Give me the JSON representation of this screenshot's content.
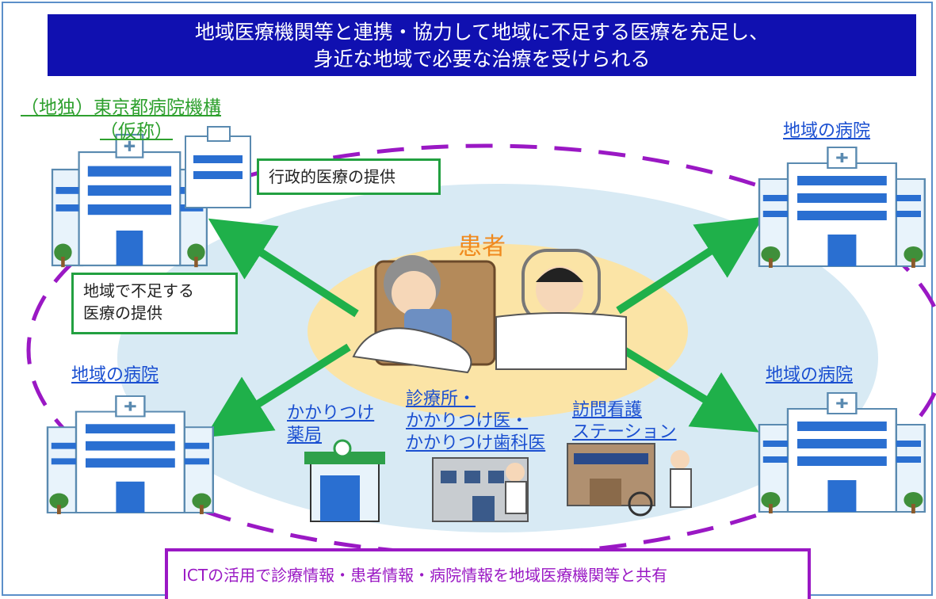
{
  "banner": {
    "line1": "地域医療機関等と連携・協力して地域に不足する医療を充足し、",
    "line2": "身近な地域で必要な治療を受けられる"
  },
  "organization": {
    "line1": "（地独）東京都病院機構",
    "line2": "（仮称）"
  },
  "hospitals": {
    "top_right": "地域の病院",
    "bottom_left": "地域の病院",
    "bottom_right": "地域の病院"
  },
  "boxes": {
    "admin_care": "行政的医療の提供",
    "shortage_line1": "地域で不足する",
    "shortage_line2": "医療の提供"
  },
  "center": {
    "patient": "患者"
  },
  "facilities": {
    "pharmacy_line1": "かかりつけ",
    "pharmacy_line2": "薬局",
    "clinic_line1": "診療所・",
    "clinic_line2": "かかりつけ医・",
    "clinic_line3": "かかりつけ歯科医",
    "nursing_line1": "訪問看護",
    "nursing_line2": "ステーション"
  },
  "ict": {
    "text": "ICTの活用で診療情報・患者情報・病院情報を地域医療機関等と共有"
  },
  "colors": {
    "banner": "#1010b0",
    "arrow": "#1fb04a",
    "ellipse_dash": "#9a18c4",
    "link_text": "#1a4fd1",
    "org_text": "#2ea02e",
    "patient_text": "#f08a1e",
    "outer_ellipse": "#d8eaf4",
    "inner_ellipse": "#fbe4a6"
  }
}
